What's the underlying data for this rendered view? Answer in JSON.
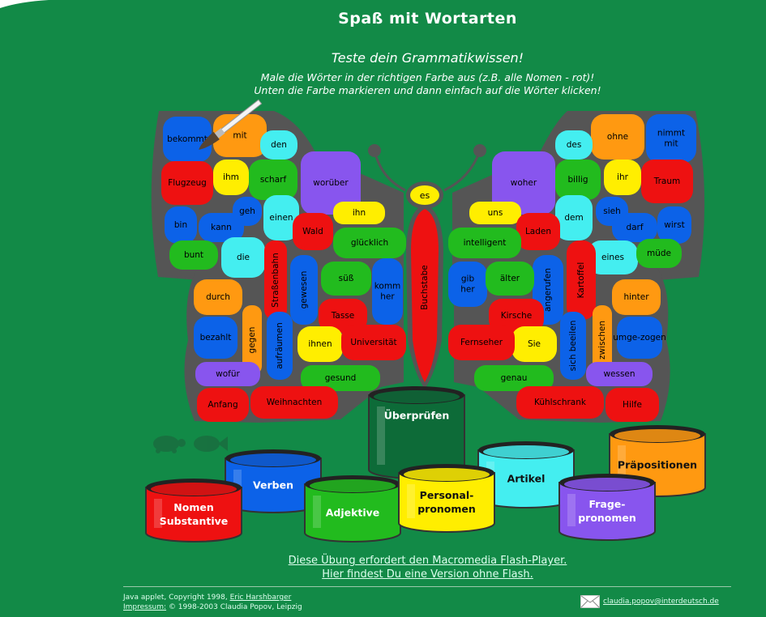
{
  "page": {
    "title": "Spaß mit Wortarten",
    "subtitle": "Teste dein Grammatikwissen!",
    "instructions_1": "Male die Wörter in der richtigen Farbe aus (z.B. alle Nomen - rot)!",
    "instructions_2": "Unten die Farbe markieren und dann einfach auf die Wörter klicken!"
  },
  "colors": {
    "background": "#128a47",
    "red": "#ee1111",
    "blue": "#0c62e8",
    "green": "#22bb1e",
    "yellow": "#ffee00",
    "cyan": "#44eef0",
    "purple": "#8855ee",
    "orange": "#ff9911",
    "darkgreen": "#0d6b38",
    "outline": "#555555"
  },
  "left_wing_words": [
    {
      "t": "bekommt",
      "c": "blue"
    },
    {
      "t": "mit",
      "c": "orange"
    },
    {
      "t": "den",
      "c": "cyan"
    },
    {
      "t": "Flugzeug",
      "c": "red"
    },
    {
      "t": "ihm",
      "c": "yellow"
    },
    {
      "t": "scharf",
      "c": "green"
    },
    {
      "t": "worüber",
      "c": "purple"
    },
    {
      "t": "bin",
      "c": "blue"
    },
    {
      "t": "geh",
      "c": "blue"
    },
    {
      "t": "kann",
      "c": "blue"
    },
    {
      "t": "einen",
      "c": "cyan"
    },
    {
      "t": "ihn",
      "c": "yellow"
    },
    {
      "t": "Wald",
      "c": "red"
    },
    {
      "t": "glücklich",
      "c": "green"
    },
    {
      "t": "bunt",
      "c": "green"
    },
    {
      "t": "die",
      "c": "cyan"
    },
    {
      "t": "Straßenbahn",
      "c": "red"
    },
    {
      "t": "gewesen",
      "c": "blue"
    },
    {
      "t": "süß",
      "c": "green"
    },
    {
      "t": "komm her",
      "c": "blue"
    },
    {
      "t": "durch",
      "c": "orange"
    },
    {
      "t": "Tasse",
      "c": "red"
    },
    {
      "t": "bezahlt",
      "c": "blue"
    },
    {
      "t": "gegen",
      "c": "orange"
    },
    {
      "t": "aufräumen",
      "c": "blue"
    },
    {
      "t": "ihnen",
      "c": "yellow"
    },
    {
      "t": "Universität",
      "c": "red"
    },
    {
      "t": "wofür",
      "c": "purple"
    },
    {
      "t": "gesund",
      "c": "green"
    },
    {
      "t": "Anfang",
      "c": "red"
    },
    {
      "t": "Weihnachten",
      "c": "red"
    }
  ],
  "body_words": [
    {
      "t": "es",
      "c": "yellow"
    },
    {
      "t": "Buchstabe",
      "c": "red"
    }
  ],
  "right_wing_words": [
    {
      "t": "nimmt mit",
      "c": "blue"
    },
    {
      "t": "ohne",
      "c": "orange"
    },
    {
      "t": "des",
      "c": "cyan"
    },
    {
      "t": "billig",
      "c": "green"
    },
    {
      "t": "ihr",
      "c": "yellow"
    },
    {
      "t": "Traum",
      "c": "red"
    },
    {
      "t": "woher",
      "c": "purple"
    },
    {
      "t": "sieh",
      "c": "blue"
    },
    {
      "t": "dem",
      "c": "cyan"
    },
    {
      "t": "darf",
      "c": "blue"
    },
    {
      "t": "wirst",
      "c": "blue"
    },
    {
      "t": "uns",
      "c": "yellow"
    },
    {
      "t": "Laden",
      "c": "red"
    },
    {
      "t": "intelligent",
      "c": "green"
    },
    {
      "t": "eines",
      "c": "cyan"
    },
    {
      "t": "müde",
      "c": "green"
    },
    {
      "t": "Kartoffel",
      "c": "red"
    },
    {
      "t": "angerufen",
      "c": "blue"
    },
    {
      "t": "gib her",
      "c": "blue"
    },
    {
      "t": "älter",
      "c": "green"
    },
    {
      "t": "hinter",
      "c": "orange"
    },
    {
      "t": "Kirsche",
      "c": "red"
    },
    {
      "t": "zwischen",
      "c": "orange"
    },
    {
      "t": "umge-zogen",
      "c": "blue"
    },
    {
      "t": "sich beeilen",
      "c": "blue"
    },
    {
      "t": "Sie",
      "c": "yellow"
    },
    {
      "t": "Fernseher",
      "c": "red"
    },
    {
      "t": "wessen",
      "c": "purple"
    },
    {
      "t": "genau",
      "c": "green"
    },
    {
      "t": "Kühlschrank",
      "c": "red"
    },
    {
      "t": "Hilfe",
      "c": "red"
    }
  ],
  "pots": [
    {
      "key": "nomen",
      "line1": "Nomen",
      "line2": "Substantive",
      "color": "red"
    },
    {
      "key": "verben",
      "line1": "Verben",
      "line2": "",
      "color": "blue"
    },
    {
      "key": "adjektive",
      "line1": "Adjektive",
      "line2": "",
      "color": "green"
    },
    {
      "key": "pronomen",
      "line1": "Personal-",
      "line2": "pronomen",
      "color": "yellow"
    },
    {
      "key": "artikel",
      "line1": "Artikel",
      "line2": "",
      "color": "cyan"
    },
    {
      "key": "fragepronomen",
      "line1": "Frage-",
      "line2": "pronomen",
      "color": "purple"
    },
    {
      "key": "praepositionen",
      "line1": "Präpositionen",
      "line2": "",
      "color": "orange"
    },
    {
      "key": "check",
      "line1": "Überprüfen",
      "line2": "",
      "color": "darkgreen"
    }
  ],
  "flash_note_1": "Diese Übung erfordert den Macromedia Flash-Player.",
  "flash_note_2": "Hier findest Du eine Version ohne Flash.",
  "footer": {
    "copyright_prefix": "Java applet, Copyright 1998,",
    "copyright_link": "Eric Harshbarger",
    "impressum_link": "Impressum:",
    "impressum_text": "© 1998-2003 Claudia Popov, Leipzig",
    "email": "claudia.popov@interdeutsch.de"
  }
}
